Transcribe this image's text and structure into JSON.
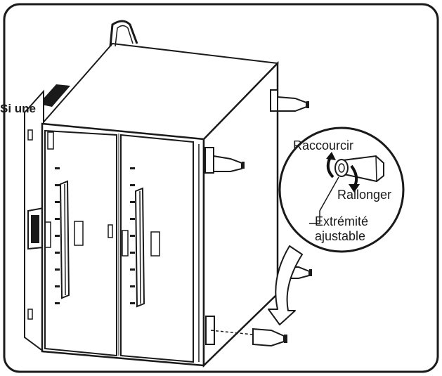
{
  "labels": {
    "cut_text": "Si une",
    "shorten": "Raccourcir",
    "lengthen": "Rallonger",
    "adjustable_line1": "Extrémité",
    "adjustable_line2": "ajustable"
  },
  "colors": {
    "stroke": "#1a1a1a",
    "arrow_fill": "#ffffff",
    "rotation_arrow": "#111111"
  }
}
